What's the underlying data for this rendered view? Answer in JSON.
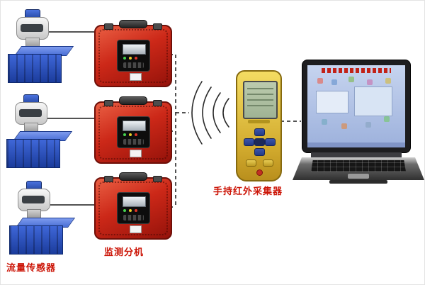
{
  "labels": {
    "flow_sensor": "流量传感器",
    "monitor_unit": "监测分机",
    "handheld_collector": "手持红外采集器"
  },
  "colors": {
    "label_text": "#cc1507",
    "monitor_box_red": "#c92415",
    "tank_blue": "#2a50c0",
    "handheld_yellow": "#e2c245",
    "laptop_screen_blue": "#b3c3e6",
    "connection_line": "#1a1a1a"
  },
  "diagram": {
    "type": "system-topology",
    "nodes": [
      {
        "id": "flow-sensors",
        "label": "流量传感器",
        "count": 3,
        "role": "flow sensor with transmitter and tank"
      },
      {
        "id": "monitor-units",
        "label": "监测分机",
        "count": 3,
        "role": "red explosion-proof monitoring sub-station case"
      },
      {
        "id": "handheld-collector",
        "label": "手持红外采集器",
        "count": 1,
        "role": "yellow handheld infrared data collector"
      },
      {
        "id": "laptop-computer",
        "count": 1,
        "role": "laptop computer running management software"
      }
    ],
    "connections": [
      {
        "from": "flow-sensors",
        "to": "monitor-units",
        "style": "solid-wire"
      },
      {
        "from": "monitor-units",
        "to": "monitor-units",
        "style": "dashed-chain"
      },
      {
        "from": "monitor-units",
        "to": "handheld-collector",
        "style": "wireless-arcs"
      },
      {
        "from": "handheld-collector",
        "to": "laptop-computer",
        "style": "dashed-wire"
      }
    ]
  }
}
